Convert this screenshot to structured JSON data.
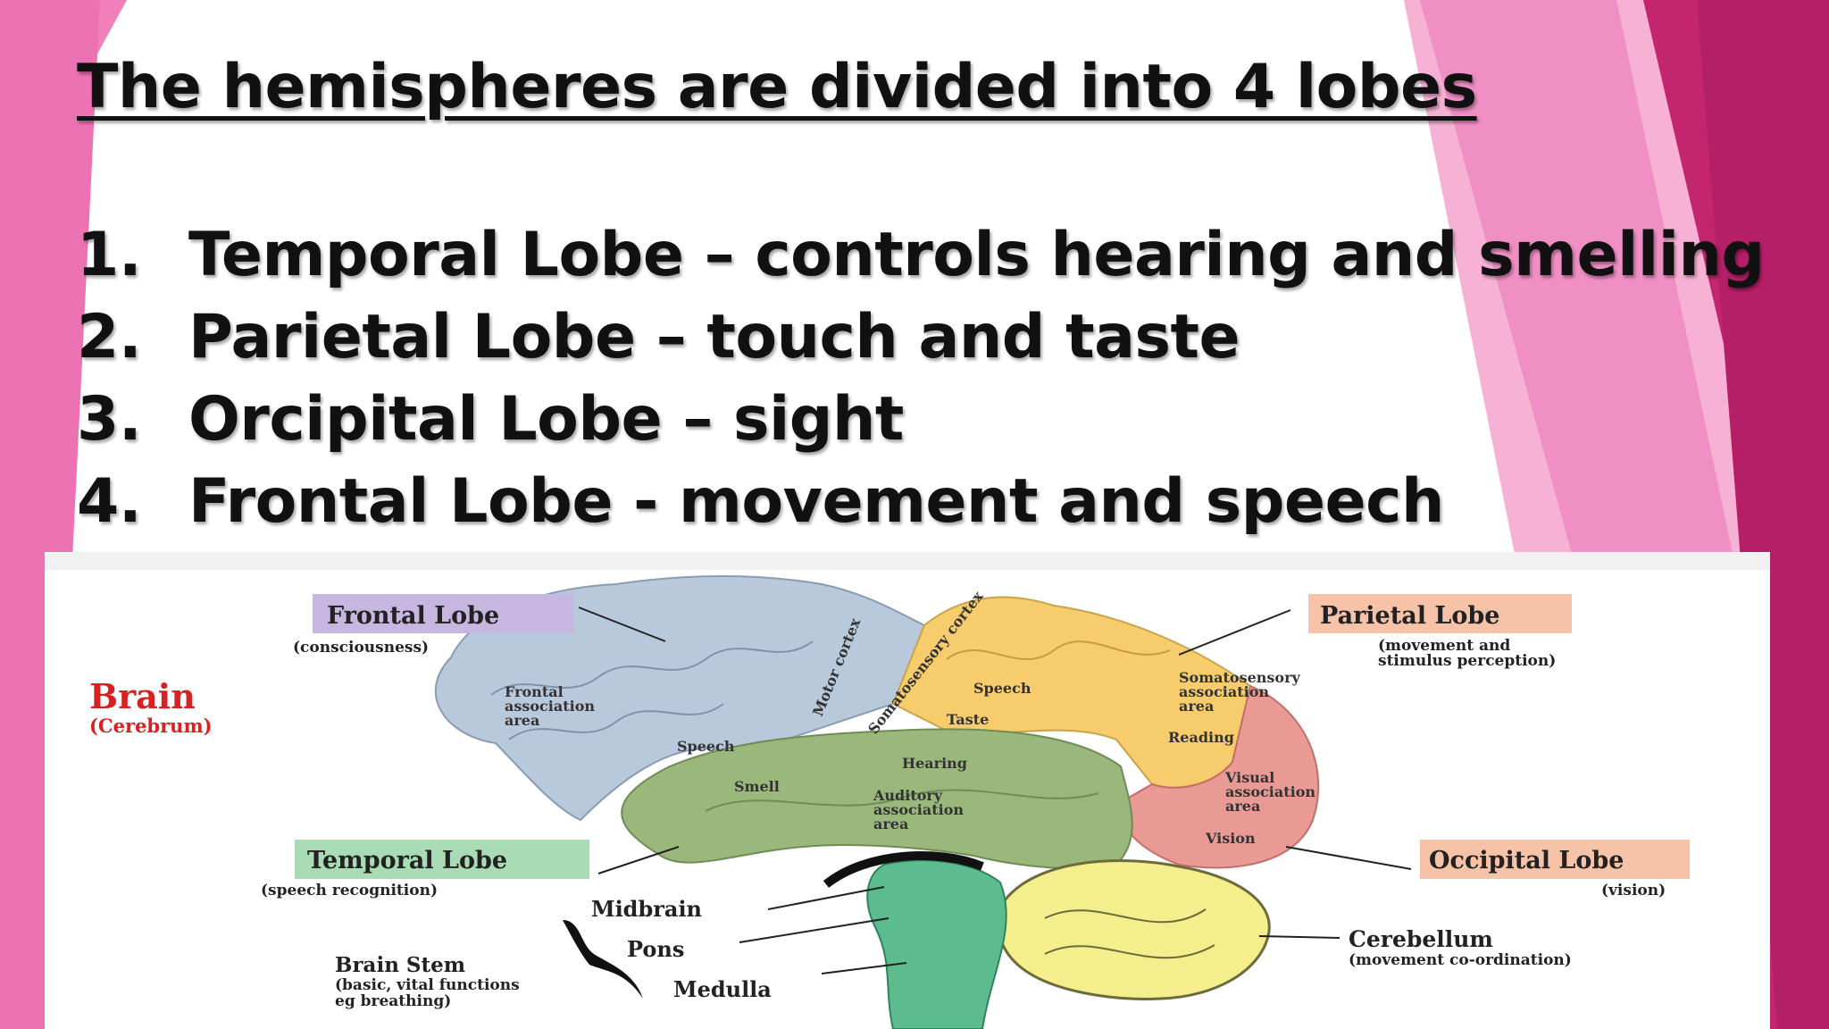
{
  "slide": {
    "title": "The hemispheres are divided into 4 lobes",
    "lobes": [
      {
        "number": "1.",
        "text": "Temporal Lobe – controls hearing and smelling"
      },
      {
        "number": "2.",
        "text": "Parietal Lobe – touch and taste"
      },
      {
        "number": "3.",
        "text": "Orcipital Lobe – sight"
      },
      {
        "number": "4.",
        "text": "Frontal Lobe - movement and speech"
      }
    ]
  },
  "figure": {
    "brain_title": "Brain",
    "brain_subtitle": "(Cerebrum)",
    "frontal": {
      "label": "Frontal Lobe",
      "desc": "(consciousness)"
    },
    "parietal": {
      "label": "Parietal Lobe",
      "desc1": "(movement and",
      "desc2": "stimulus perception)"
    },
    "temporal": {
      "label": "Temporal Lobe",
      "desc": "(speech recognition)"
    },
    "occipital": {
      "label": "Occipital Lobe",
      "desc": "(vision)"
    },
    "cerebellum": {
      "label": "Cerebellum",
      "desc": "(movement co-ordination)"
    },
    "brainstem": {
      "label": "Brain Stem",
      "desc1": "(basic, vital functions",
      "desc2": "eg breathing)"
    },
    "midbrain": "Midbrain",
    "pons": "Pons",
    "medulla": "Medulla",
    "regions": {
      "frontal_assoc_1": "Frontal",
      "frontal_assoc_2": "association",
      "frontal_assoc_3": "area",
      "motor_cortex": "Motor cortex",
      "somatosensory_cortex": "Somatosensory cortex",
      "speech_top": "Speech",
      "taste": "Taste",
      "speech_left": "Speech",
      "smell": "Smell",
      "hearing": "Hearing",
      "auditory_1": "Auditory",
      "auditory_2": "association",
      "auditory_3": "area",
      "soma_assoc_1": "Somatosensory",
      "soma_assoc_2": "association",
      "soma_assoc_3": "area",
      "reading": "Reading",
      "visual_1": "Visual",
      "visual_2": "association",
      "visual_3": "area",
      "vision": "Vision"
    },
    "colors": {
      "frontal": "#b9c9dc",
      "parietal": "#f6cc6c",
      "temporal": "#9bb87c",
      "occipital": "#e99a94",
      "cerebellum": "#f4ee8c",
      "brainstem": "#5cbc90",
      "frontal_box": "#c7b6df",
      "parietal_box": "#f6c3a8",
      "temporal_box": "#a9dcb4",
      "occipital_box": "#f6c3a8",
      "brain_red": "#d62222"
    }
  }
}
